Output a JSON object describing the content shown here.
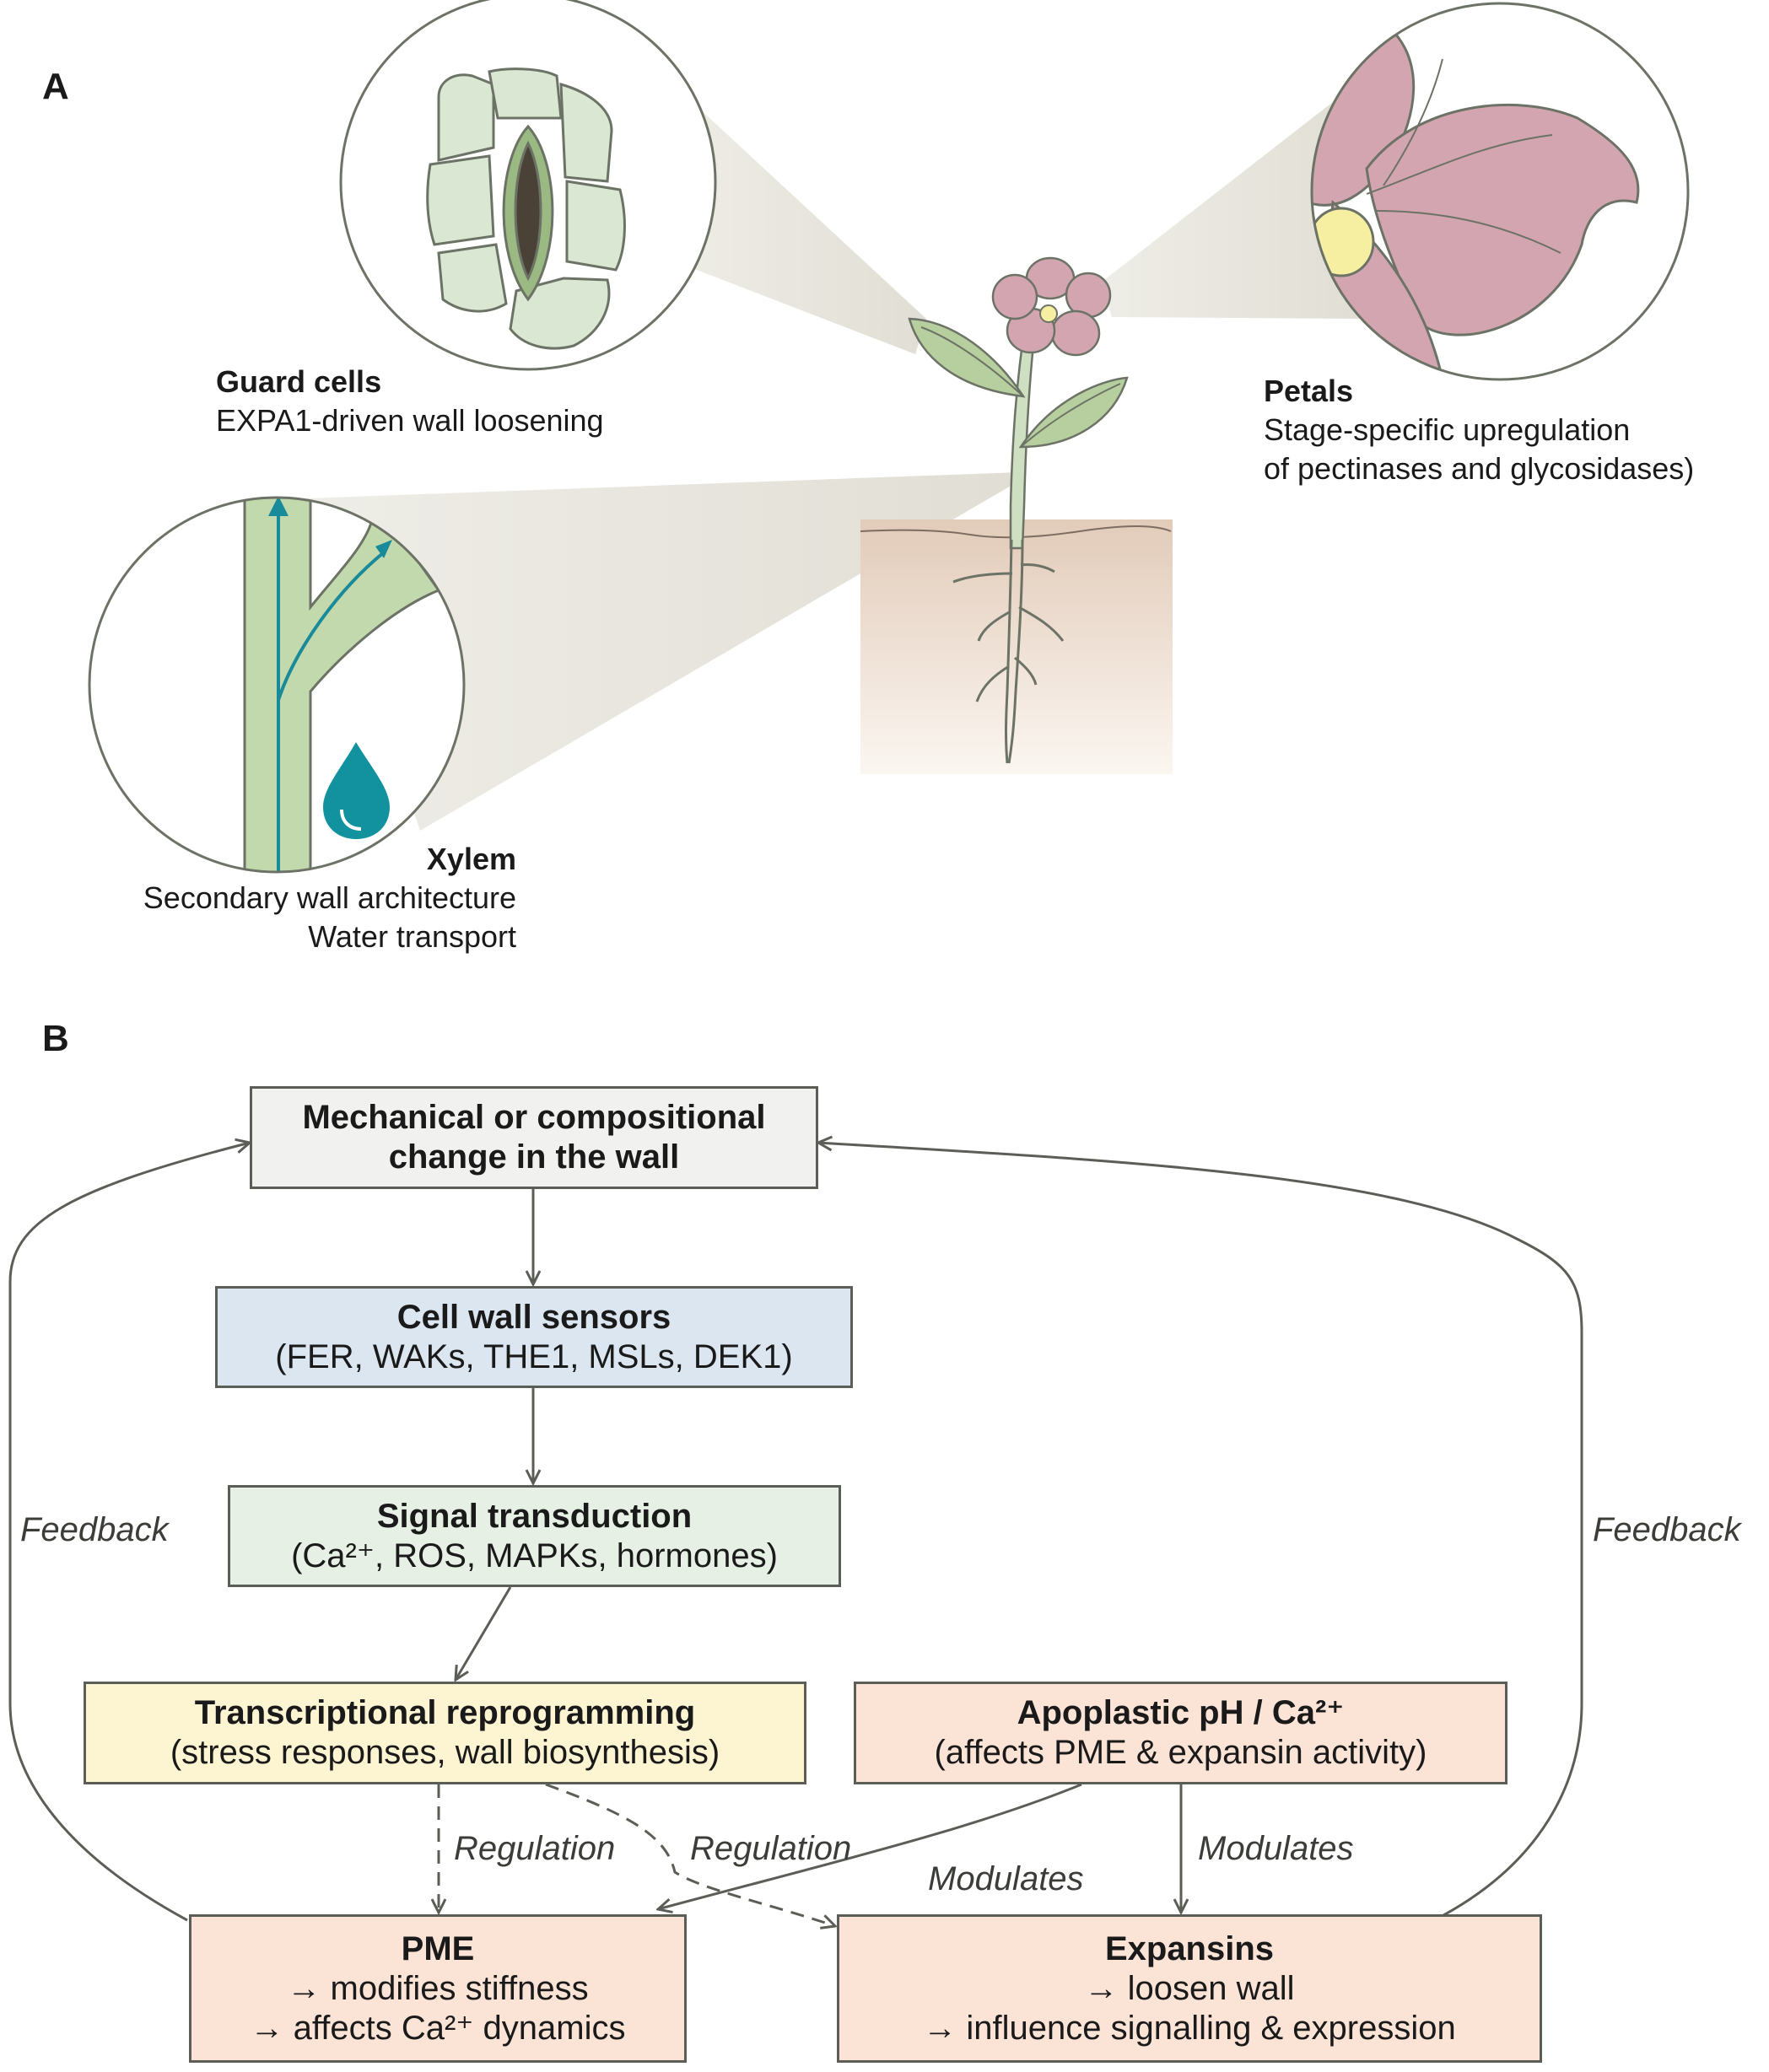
{
  "panelA": {
    "letter": "A",
    "guard_cells": {
      "title": "Guard cells",
      "line1": "EXPA1-driven wall loosening"
    },
    "petals": {
      "title": "Petals",
      "line1": "Stage-specific upregulation",
      "line2": "of pectinases and glycosidases)"
    },
    "xylem": {
      "title": "Xylem",
      "line1": "Secondary wall architecture",
      "line2": "Water transport"
    }
  },
  "panelB": {
    "letter": "B",
    "boxes": {
      "mechanical": {
        "title_line1": "Mechanical or compositional",
        "title_line2": "change in the wall",
        "color": "#f1f1f0"
      },
      "sensors": {
        "title": "Cell wall sensors",
        "line1": "(FER, WAKs, THE1, MSLs, DEK1)",
        "color": "#dbe6f1"
      },
      "signal": {
        "title": "Signal transduction",
        "line1": "(Ca²⁺, ROS, MAPKs, hormones)",
        "color": "#e6f0e4"
      },
      "transcriptional": {
        "title": "Transcriptional reprogramming",
        "line1": "(stress responses, wall biosynthesis)",
        "color": "#fdf4d2"
      },
      "apoplastic": {
        "title": "Apoplastic pH / Ca²⁺",
        "line1": "(affects PME & expansin activity)",
        "color": "#fbe3d6"
      },
      "pme": {
        "title": "PME",
        "line1": "→ modifies stiffness",
        "line2": "→ affects Ca²⁺ dynamics",
        "color": "#fbe3d6"
      },
      "expansins": {
        "title": "Expansins",
        "line1": "→ loosen wall",
        "line2": "→ influence signalling & expression",
        "color": "#fbe3d6"
      }
    },
    "labels": {
      "feedback_left": "Feedback",
      "feedback_right": "Feedback",
      "regulation_left": "Regulation",
      "regulation_right": "Regulation",
      "modulates_left": "Modulates",
      "modulates_right": "Modulates"
    }
  },
  "colors": {
    "leaf": "#b7cf9f",
    "stem": "#cfdfc2",
    "petal": "#d3a5b0",
    "petal_center": "#f6eea0",
    "xylem_arrow": "#188a9a",
    "water_drop": "#12919f",
    "soil": "#e8d3c2",
    "guard_cell": "#9bb982",
    "outline": "#5b5e57"
  }
}
